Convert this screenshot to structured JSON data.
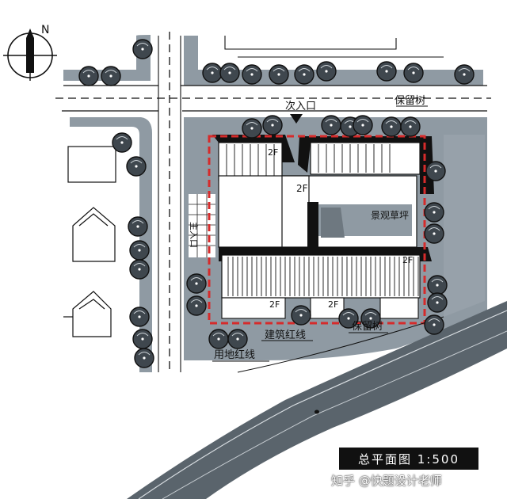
{
  "labels": {
    "north": "N",
    "secondary_entrance": "次入口",
    "preserved_trees_top": "保留树",
    "landscape_lawn": "景观草坪",
    "main_entrance": "主入口",
    "floor_2f_center": "2F",
    "floor_2f_left": "2F",
    "floor_2f_right": "2F",
    "floor_2f_bottom_left": "2F",
    "floor_2f_bottom_mid": "2F",
    "building_redline": "建筑红线",
    "preserved_trees_bottom": "保留树",
    "site_redline": "用地红线",
    "title": "总平面图 1:500",
    "watermark": "知乎 @快题设计老师"
  },
  "colors": {
    "redline": "#d62b2b",
    "marker_gray": "#8f9aa3",
    "marker_dark": "#5a646c",
    "ink": "#111111"
  }
}
